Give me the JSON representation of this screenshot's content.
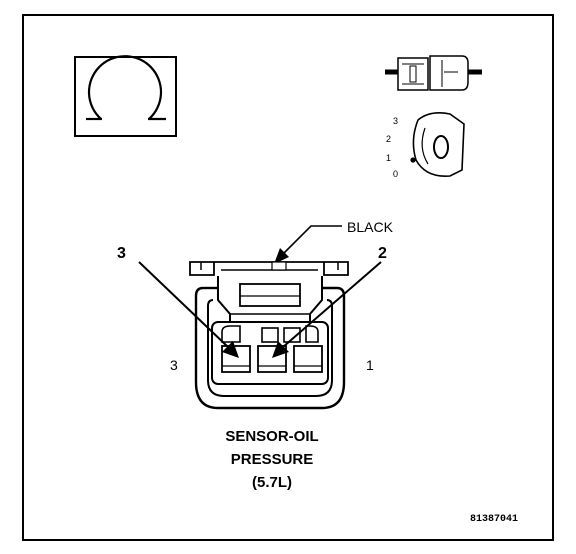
{
  "callouts": {
    "wire_color": "BLACK",
    "left_pointer_number": "3",
    "right_pointer_number": "2"
  },
  "connector": {
    "pin_left_label": "3",
    "pin_right_label": "1"
  },
  "meter_symbol": {
    "icon": "ohm-meter-icon"
  },
  "pin_view": {
    "icon": "connector-pin-view-icon",
    "position_numbers": [
      "3",
      "2",
      "1",
      "0"
    ]
  },
  "caption": {
    "line1": "SENSOR-OIL",
    "line2": "PRESSURE",
    "line3": "(5.7L)"
  },
  "figure_id": "81387041"
}
